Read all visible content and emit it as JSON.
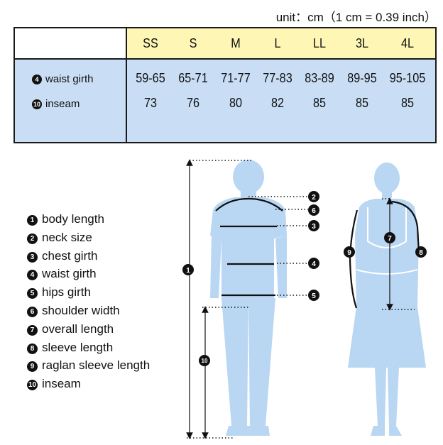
{
  "unit_note": "unit：cm（1 cm = 0.39 inch）",
  "table": {
    "sizes": [
      "SS",
      "S",
      "M",
      "L",
      "LL",
      "3L",
      "4L"
    ],
    "rows": [
      {
        "num": "4",
        "label": "waist girth",
        "values": [
          "59-65",
          "65-71",
          "71-77",
          "77-83",
          "83-89",
          "89-95",
          "95-105"
        ]
      },
      {
        "num": "10",
        "label": "inseam",
        "values": [
          "73",
          "76",
          "80",
          "82",
          "85",
          "85",
          "85"
        ]
      }
    ]
  },
  "legend": [
    {
      "num": "1",
      "label": "body length"
    },
    {
      "num": "2",
      "label": "neck size"
    },
    {
      "num": "3",
      "label": "chest girth"
    },
    {
      "num": "4",
      "label": "waist girth"
    },
    {
      "num": "5",
      "label": "hips girth"
    },
    {
      "num": "6",
      "label": "shoulder width"
    },
    {
      "num": "7",
      "label": "overall length"
    },
    {
      "num": "8",
      "label": "sleeve length"
    },
    {
      "num": "9",
      "label": "raglan sleeve length"
    },
    {
      "num": "10",
      "label": "inseam"
    }
  ],
  "diagram_markers": [
    "1",
    "2",
    "3",
    "4",
    "5",
    "6",
    "7",
    "8",
    "9",
    "10"
  ],
  "colors": {
    "header_bg": "#fdf6b5",
    "body_bg": "#c9def5",
    "figure_fill": "#b9d6f2",
    "line": "#111111"
  }
}
